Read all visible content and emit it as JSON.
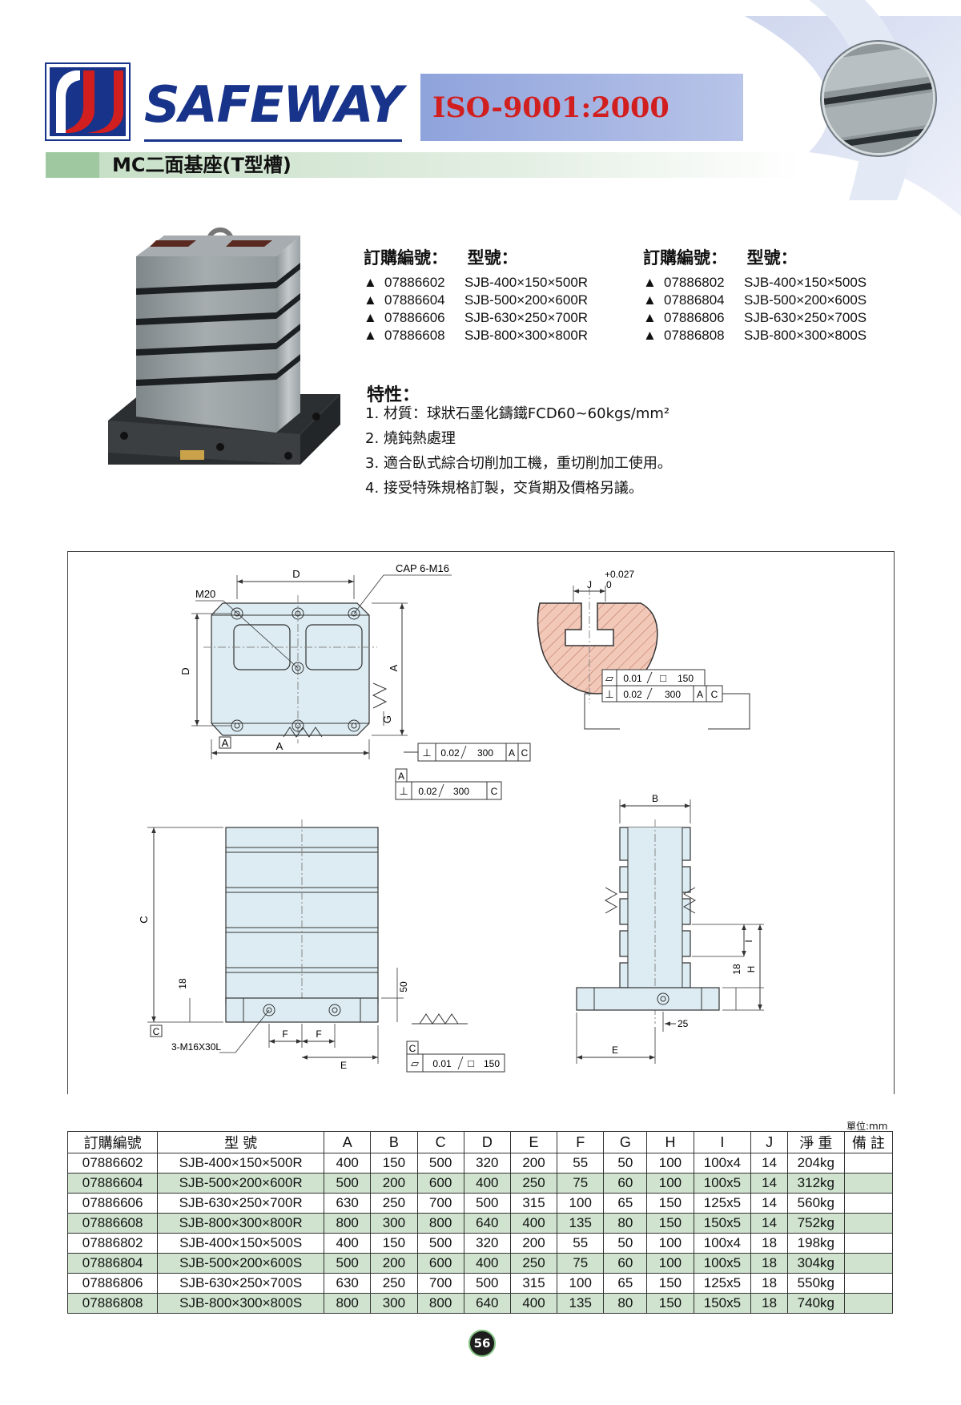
{
  "header": {
    "brand": "SAFEWAY",
    "iso": "ISO-9001:2000",
    "page_title": "MC二面基座(T型槽)"
  },
  "order_lists": [
    {
      "order_label": "訂購編號：",
      "model_label": "型號：",
      "items": [
        {
          "code": "07886602",
          "model": "SJB-400×150×500R"
        },
        {
          "code": "07886604",
          "model": "SJB-500×200×600R"
        },
        {
          "code": "07886606",
          "model": "SJB-630×250×700R"
        },
        {
          "code": "07886608",
          "model": "SJB-800×300×800R"
        }
      ]
    },
    {
      "order_label": "訂購編號：",
      "model_label": "型號：",
      "items": [
        {
          "code": "07886802",
          "model": "SJB-400×150×500S"
        },
        {
          "code": "07886804",
          "model": "SJB-500×200×600S"
        },
        {
          "code": "07886806",
          "model": "SJB-630×250×700S"
        },
        {
          "code": "07886808",
          "model": "SJB-800×300×800S"
        }
      ]
    }
  ],
  "bullet": "▲",
  "features": {
    "title": "特性：",
    "items": [
      "1. 材質：球狀石墨化鑄鐵FCD60~60kgs/mm²",
      "2. 燒鈍熱處理",
      "3. 適合臥式綜合切削加工機，重切削加工使用。",
      "4. 接受特殊規格訂製，交貨期及價格另議。"
    ]
  },
  "drawing": {
    "top_view": {
      "dim_d_top": "D",
      "dim_d_side": "D",
      "cap": "CAP 6-M16",
      "m20": "M20",
      "dim_a_side": "A",
      "dim_a_bottom": "A",
      "dim_g": "G",
      "datum_a": "A"
    },
    "tslot": {
      "tol": "+0.027",
      "tol0": "0",
      "dim_j": "J"
    },
    "fcf1": {
      "sym": "⊥",
      "val": "0.02",
      "len": "300",
      "ref1": "A",
      "ref2": "C"
    },
    "fcf2": {
      "datum": "A",
      "sym": "⊥",
      "val": "0.02",
      "len": "300",
      "ref": "C"
    },
    "fcf3": {
      "sym1": "▱",
      "val1": "0.01",
      "sym1b": "□",
      "len1": "150",
      "sym2": "⊥",
      "val2": "0.02",
      "len2": "300",
      "ref1": "A",
      "ref2": "C"
    },
    "front_view": {
      "dim_c": "C",
      "dim_18": "18",
      "datum_c": "C",
      "thread": "3-M16X30L",
      "dim_f1": "F",
      "dim_f2": "F",
      "dim_e": "E",
      "dim_50": "50"
    },
    "fcf4": {
      "datum": "C",
      "sym": "▱",
      "val": "0.01",
      "sym_b": "□",
      "len": "150"
    },
    "side_view": {
      "dim_b": "B",
      "dim_i": "I",
      "dim_h": "H",
      "dim_18": "18",
      "dim_25": "25",
      "dim_e": "E"
    }
  },
  "table": {
    "unit": "單位:mm",
    "headers": [
      "訂購編號",
      "型 號",
      "A",
      "B",
      "C",
      "D",
      "E",
      "F",
      "G",
      "H",
      "I",
      "J",
      "淨 重",
      "備 註"
    ],
    "rows": [
      [
        "07886602",
        "SJB-400×150×500R",
        "400",
        "150",
        "500",
        "320",
        "200",
        "55",
        "50",
        "100",
        "100x4",
        "14",
        "204kg",
        ""
      ],
      [
        "07886604",
        "SJB-500×200×600R",
        "500",
        "200",
        "600",
        "400",
        "250",
        "75",
        "60",
        "100",
        "100x5",
        "14",
        "312kg",
        ""
      ],
      [
        "07886606",
        "SJB-630×250×700R",
        "630",
        "250",
        "700",
        "500",
        "315",
        "100",
        "65",
        "150",
        "125x5",
        "14",
        "560kg",
        ""
      ],
      [
        "07886608",
        "SJB-800×300×800R",
        "800",
        "300",
        "800",
        "640",
        "400",
        "135",
        "80",
        "150",
        "150x5",
        "14",
        "752kg",
        ""
      ],
      [
        "07886802",
        "SJB-400×150×500S",
        "400",
        "150",
        "500",
        "320",
        "200",
        "55",
        "50",
        "100",
        "100x4",
        "18",
        "198kg",
        ""
      ],
      [
        "07886804",
        "SJB-500×200×600S",
        "500",
        "200",
        "600",
        "400",
        "250",
        "75",
        "60",
        "100",
        "100x5",
        "18",
        "304kg",
        ""
      ],
      [
        "07886806",
        "SJB-630×250×700S",
        "630",
        "250",
        "700",
        "500",
        "315",
        "100",
        "65",
        "150",
        "125x5",
        "18",
        "550kg",
        ""
      ],
      [
        "07886808",
        "SJB-800×300×800S",
        "800",
        "300",
        "800",
        "640",
        "400",
        "135",
        "80",
        "150",
        "150x5",
        "18",
        "740kg",
        ""
      ]
    ]
  },
  "page_number": "56",
  "colors": {
    "brand": "#18338a",
    "iso": "#d11e1e",
    "row_alt": "#cfe3cf",
    "title_bar": "#9fc8a0",
    "part_fill": "#dcecf2",
    "tslot_fill": "#f2c8b8"
  }
}
